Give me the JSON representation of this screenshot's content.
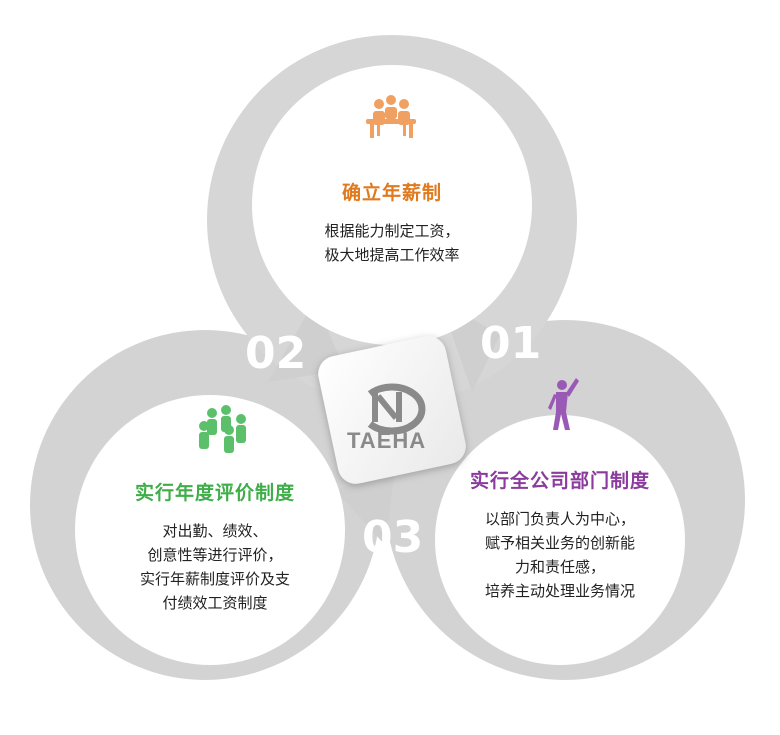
{
  "colors": {
    "ring": "#d3d3d3",
    "ring_dark": "#c9c9c9",
    "inner": "#ffffff",
    "orange": "#e07a1f",
    "green": "#3fae49",
    "purple": "#8b3a9e",
    "logo_gray": "#8a8a8a"
  },
  "top": {
    "icon": "meeting-table-icon",
    "title": "确立年薪制",
    "lines": [
      "根据能力制定工资，",
      "极大地提高工作效率"
    ]
  },
  "left": {
    "icon": "team-circle-icon",
    "title": "实行年度评价制度",
    "lines": [
      "对出勤、绩效、",
      "创意性等进行评价，",
      "实行年薪制度评价及支",
      "付绩效工资制度"
    ]
  },
  "right": {
    "icon": "celebrating-person-icon",
    "title": "实行全公司部门制度",
    "lines": [
      "以部门负责人为中心，",
      "赋予相关业务的创新能",
      "力和责任感，",
      "培养主动处理业务情况"
    ]
  },
  "numbers": {
    "n01": "01",
    "n02": "02",
    "n03": "03"
  },
  "logo": {
    "text": "TAEHA"
  }
}
